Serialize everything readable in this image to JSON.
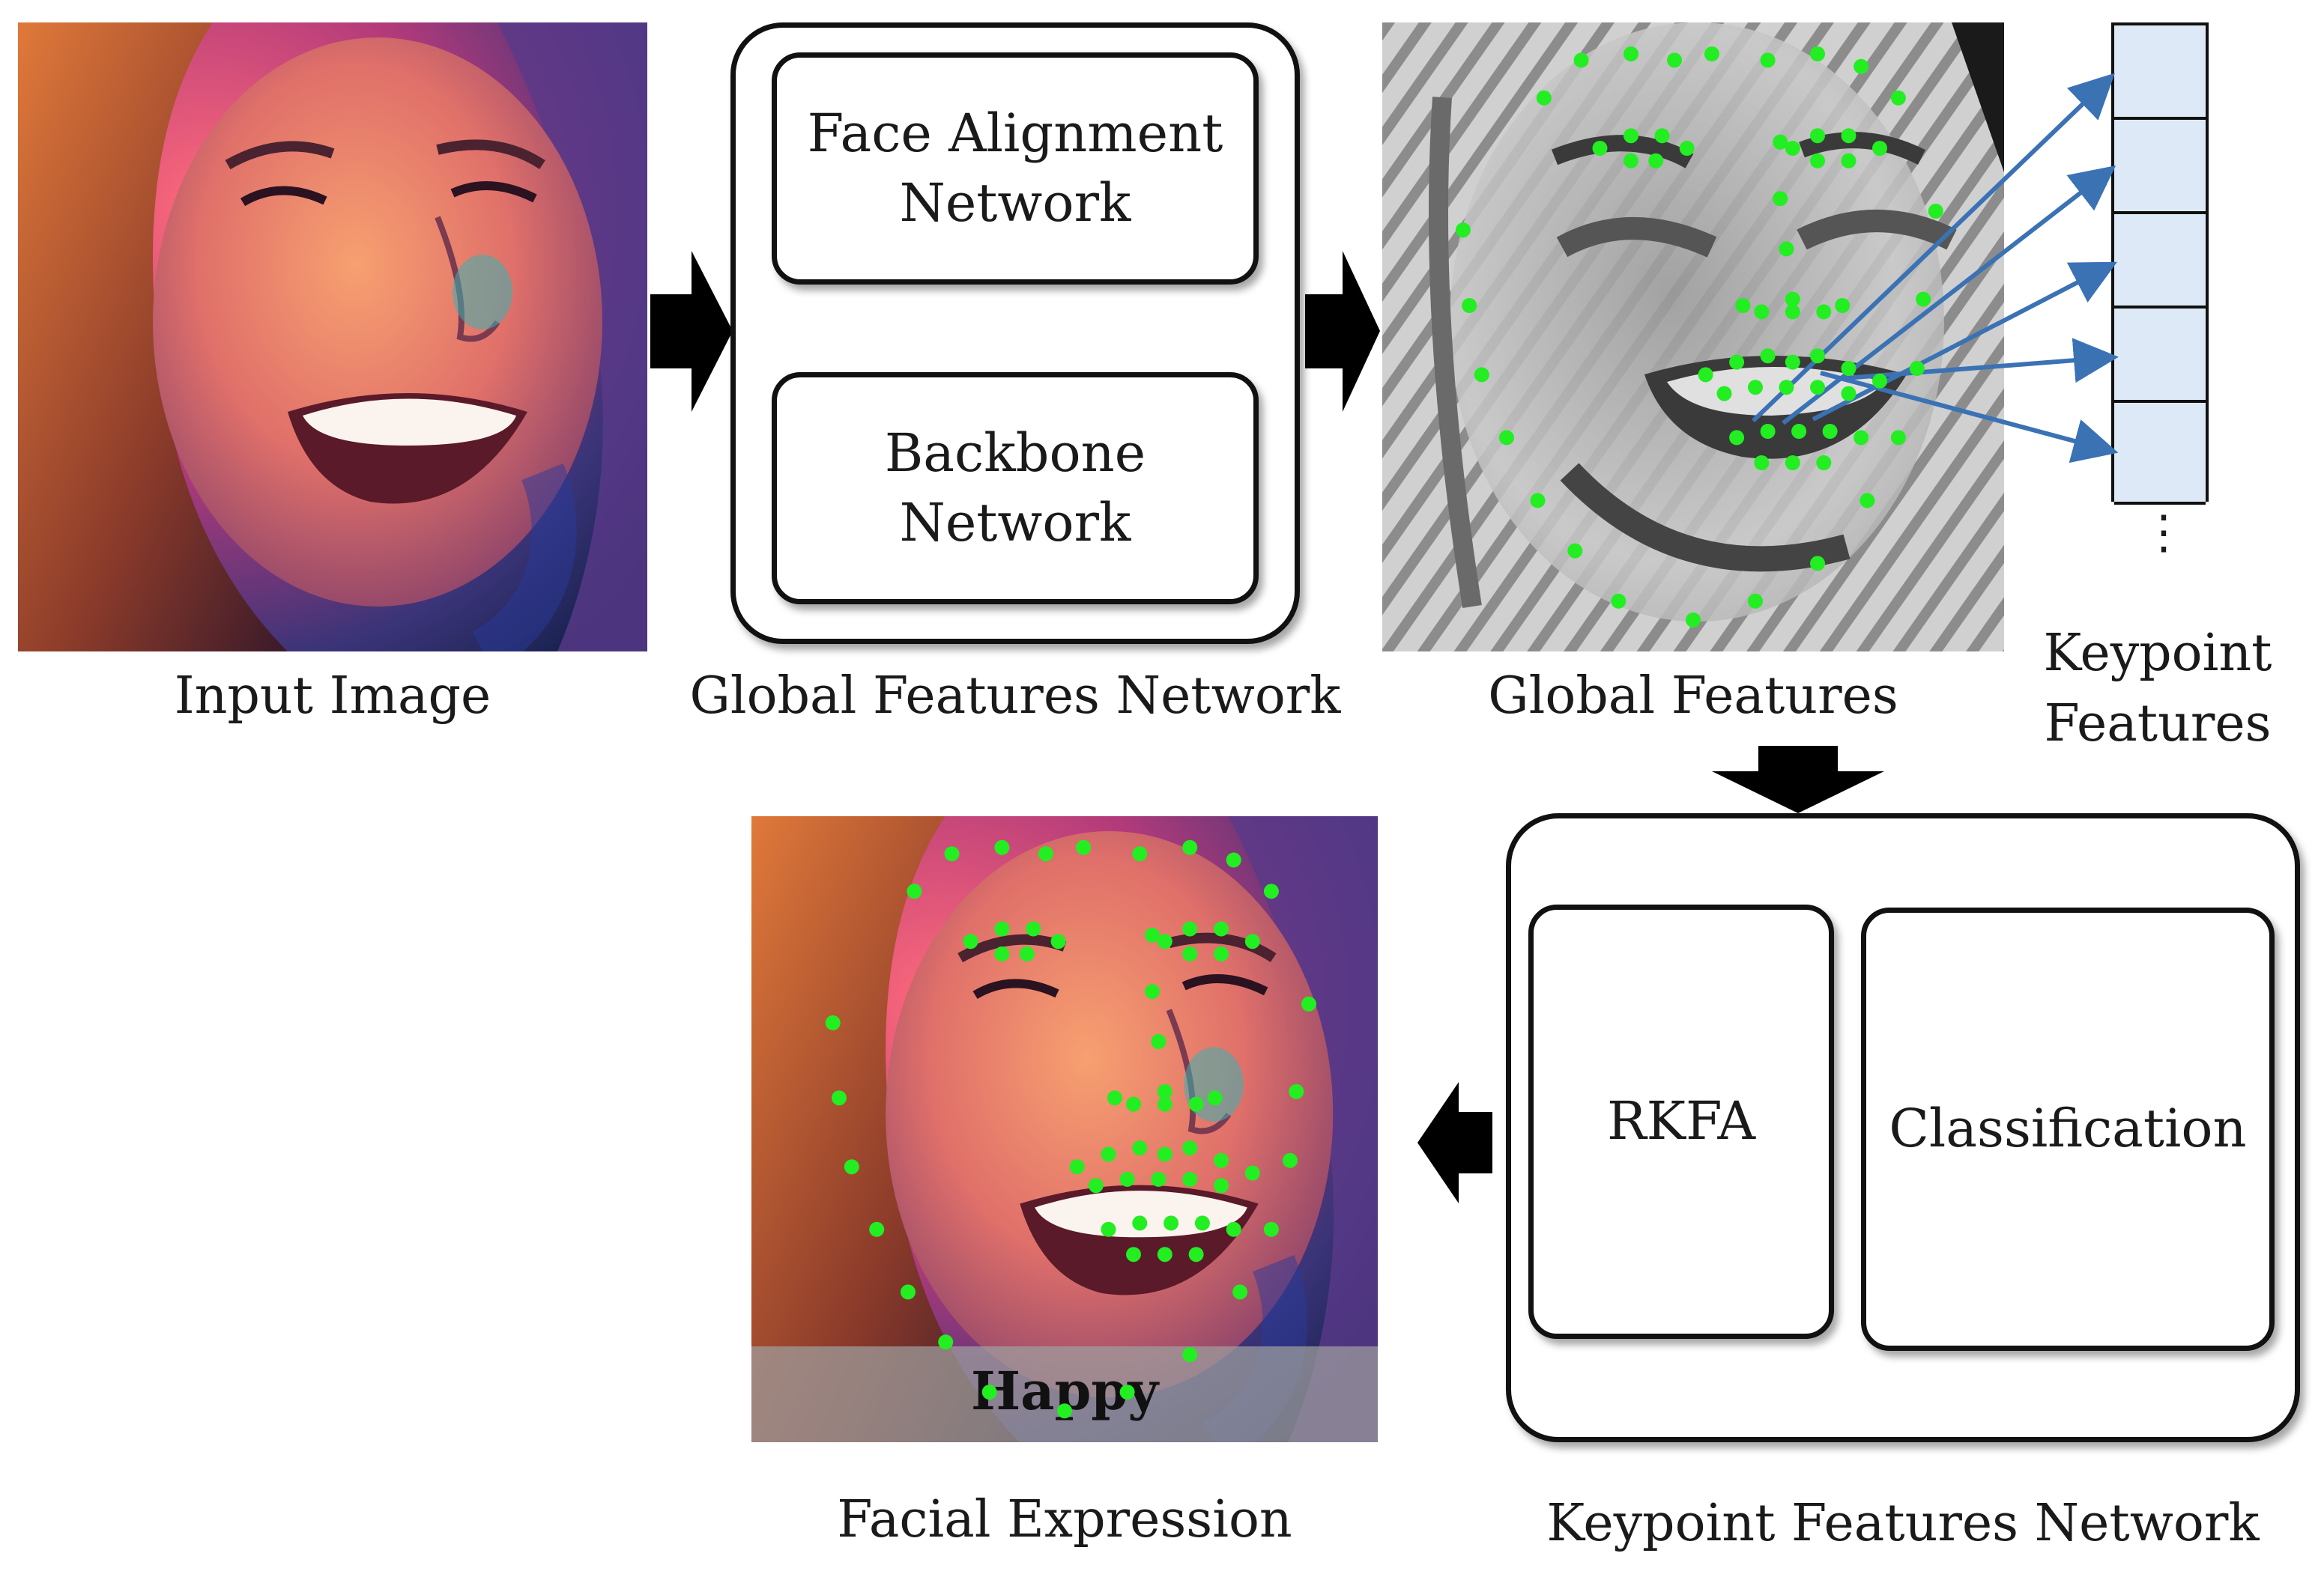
{
  "input_section": {
    "caption": "Input Image"
  },
  "global_features_network": {
    "caption": "Global Features Network",
    "face_alignment_label": "Face Alignment\nNetwork",
    "backbone_label": "Backbone\nNetwork"
  },
  "global_features": {
    "caption": "Global Features"
  },
  "keypoint_features": {
    "caption": "Keypoint\nFeatures",
    "ellipsis": "⋮"
  },
  "keypoint_features_network": {
    "caption": "Keypoint Features Network",
    "rkfa_label": "RKFA",
    "classification_label": "Classification"
  },
  "output": {
    "caption": "Facial Expression",
    "expression_label": "Happy"
  },
  "colors": {
    "landmark": "#22ee22",
    "arrow_blue": "#3a72b4",
    "keypoint_cell": "#dde9f6",
    "label_band": "rgba(160,160,160,0.72)"
  }
}
